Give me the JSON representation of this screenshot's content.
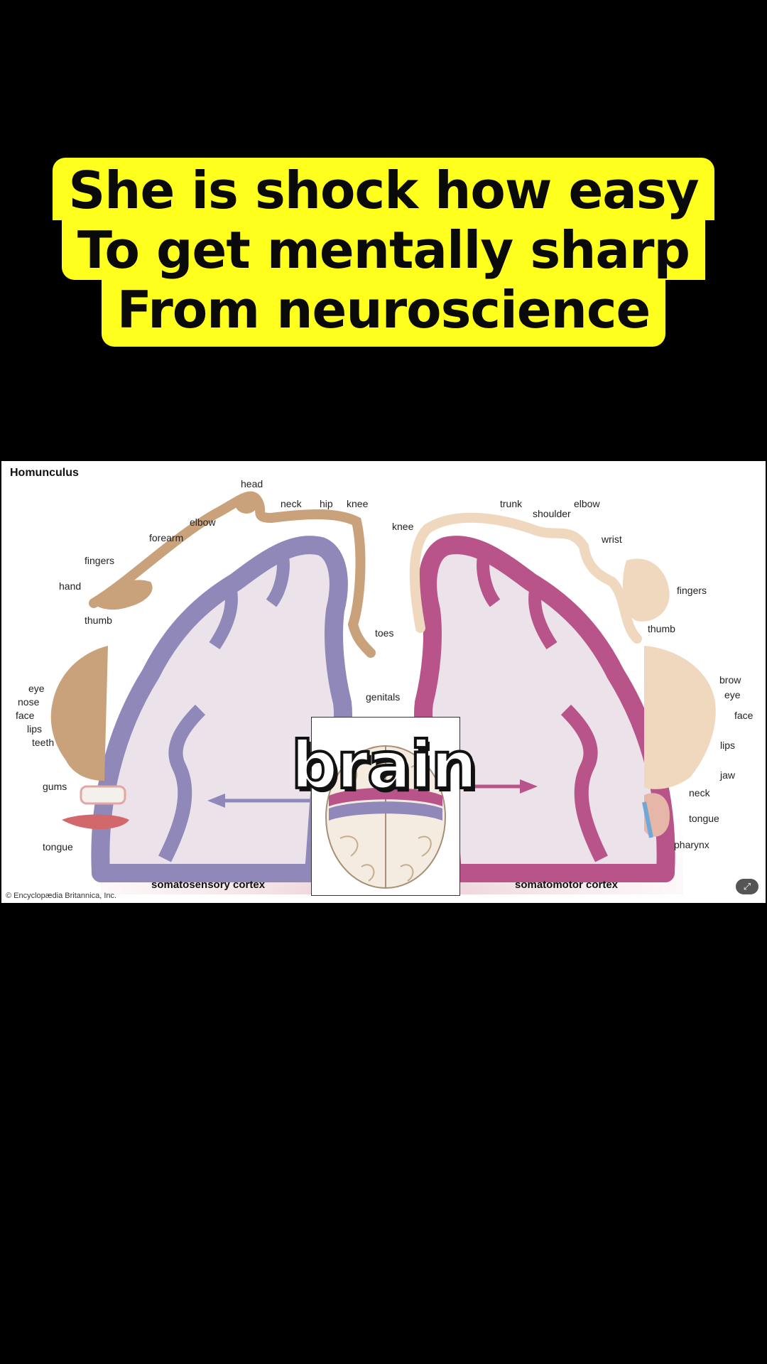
{
  "caption": {
    "line1": "She is shock how easy",
    "line2": "To get mentally sharp",
    "line3": "From neuroscience"
  },
  "figure": {
    "title": "Homunculus",
    "credit": "© Encyclopædia Britannica, Inc.",
    "overlay_word": "brain",
    "left_caption": "somatosensory cortex",
    "right_caption": "somatomotor cortex",
    "sensory_labels": {
      "head": "head",
      "neck": "neck",
      "hip": "hip",
      "knee_top": "knee",
      "elbow": "elbow",
      "forearm": "forearm",
      "fingers": "fingers",
      "hand": "hand",
      "thumb": "thumb",
      "toes": "toes",
      "eye": "eye",
      "nose": "nose",
      "face": "face",
      "lips": "lips",
      "teeth": "teeth",
      "genitals": "genitals",
      "gums": "gums",
      "tongue": "tongue"
    },
    "motor_labels": {
      "knee": "knee",
      "trunk": "trunk",
      "shoulder": "shoulder",
      "elbow": "elbow",
      "wrist": "wrist",
      "fingers": "fingers",
      "thumb": "thumb",
      "brow": "brow",
      "eye": "eye",
      "face": "face",
      "lips": "lips",
      "jaw": "jaw",
      "neck": "neck",
      "tongue": "tongue",
      "pharynx": "pharynx"
    },
    "colors": {
      "sensory": "#8f88b8",
      "motor": "#b8548a",
      "cortex_fill": "#ece3ea",
      "skin_left": "#c9a27c",
      "skin_right": "#efd8bd"
    },
    "icons": {
      "expand": "expand-icon"
    }
  }
}
